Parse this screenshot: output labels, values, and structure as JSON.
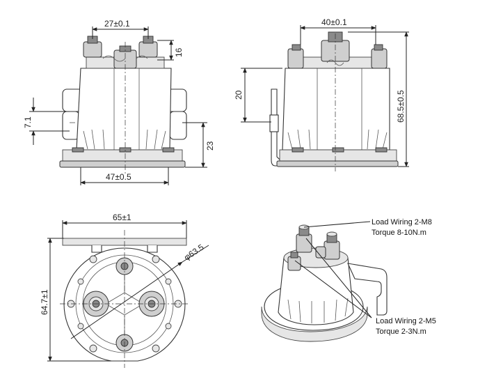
{
  "dimensions": {
    "front_top_width": "27±0.1",
    "front_nut_height": "16",
    "front_mount_height": "7.1",
    "front_base_height": "23",
    "front_base_width": "47±0.5",
    "side_top_width": "40±0.1",
    "side_body_height": "20",
    "side_total_height": "68.5±0.5",
    "bottom_width": "65±1",
    "bottom_height": "64.7±1",
    "bottom_diameter": "φ63.5"
  },
  "annotations": {
    "load_m8_title": "Load Wiring 2-M8",
    "load_m8_torque": "Torque 8-10N.m",
    "load_m5_title": "Load Wiring 2-M5",
    "load_m5_torque": "Torque 2-3N.m"
  }
}
